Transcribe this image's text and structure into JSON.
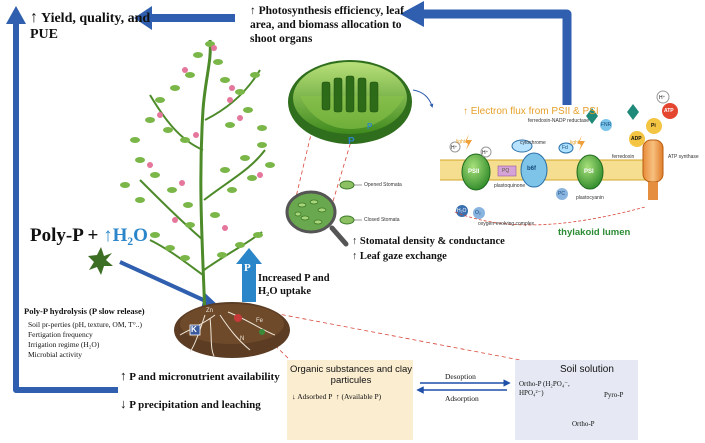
{
  "header": {
    "yield_label": "Yield, quality, and PUE",
    "photosynthesis_label": "Photosynthesis efficiency, leaf area, and biomass allocation to shoot organs",
    "electron_flux_label": "Electron flux from PSII & PSI"
  },
  "input": {
    "polyp_label": "Poly-P +",
    "water_label": "H₂O",
    "increased_p_label": "Increased P and H₂O uptake"
  },
  "stomata": {
    "density_label": "Stomatal density & conductance",
    "gas_exchange_label": "Leaf gaze exchange",
    "opened_label": "Opened Stomata",
    "closed_label": "Closed Stomata"
  },
  "chloroplast": {
    "p_label": "P",
    "p_small_label": "P"
  },
  "thylakoid": {
    "lumen_label": "thylakoid lumen",
    "ferredoxin_reductase_label": "ferredoxin-NADP reductase",
    "cytochrome_label": "cytochrome",
    "plastoquinone_label": "plastoquinone",
    "plastocyanin_label": "plastocyanin",
    "oec_label": "oxygen-evolving complex",
    "ferredoxin_label": "ferredoxin",
    "atp_synthase_label": "ATP synthase",
    "psii_label": "PSII",
    "psi_label": "PSI",
    "fnr_label": "FNR",
    "fd_label": "Fd",
    "pc_label": "PC",
    "pq_label": "PQ",
    "b6f_label": "b6f",
    "h_label": "H⁺",
    "adp_label": "ADP",
    "pi_label": "Pi",
    "atp_label": "ATP",
    "light_label": "light",
    "o2_label": "O₂",
    "h2o_label": "H₂O"
  },
  "hydrolysis": {
    "title": "Poly-P hydrolysis (P slow release)",
    "factors": [
      "Soil pr-perties (pH, texture, OM, T°..)",
      "Fertigation frequency",
      "Irrigation regime (H₂O)",
      "Microbial activity"
    ]
  },
  "outcomes": {
    "availability_label": "P and micronutrient availability",
    "precipitation_label": "P precipitation and leaching"
  },
  "organic_box": {
    "title": "Organic substances and clay particules",
    "adsorbed_label": "Adsorbed P",
    "available_label": "(Available P)"
  },
  "exchange": {
    "desorption_label": "Desoption",
    "adsorption_label": "Adsorption"
  },
  "soil_solution": {
    "title": "Soil solution",
    "ortho_label": "Ortho-P (H₂PO₄⁻, HPO₄²⁻)",
    "pyro_label": "Pyro-P",
    "ortho_p_label": "Ortho-P"
  },
  "soil": {
    "k_label": "K",
    "zn_label": "Zn",
    "fe_label": "Fe",
    "n_label": "N"
  },
  "colors": {
    "arrow_blue": "#2f5fae",
    "water_blue": "#2b86c9",
    "chloroplast_green": "#5aa02c",
    "lumen_green": "#2c8c33",
    "electron_orange": "#e6a12a",
    "soil_brown": "#5c3d24",
    "organic_box": "#fbedd0",
    "soil_solution_box": "#e6e9f3"
  }
}
